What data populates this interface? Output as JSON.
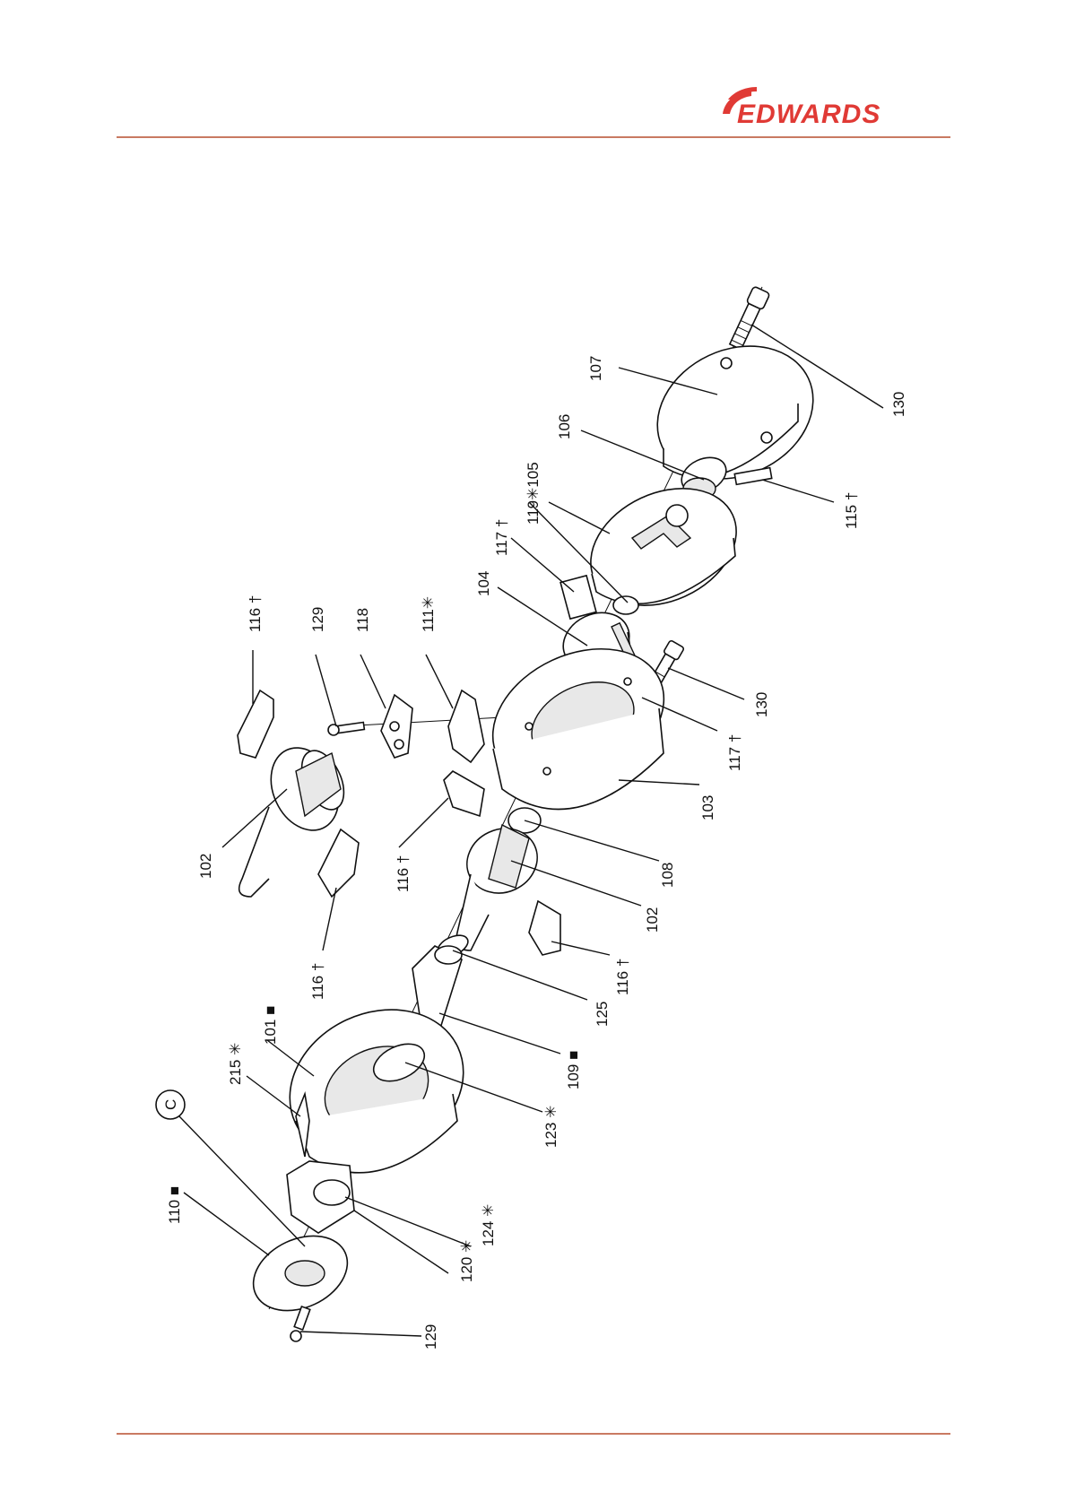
{
  "header": {
    "brand": "EDWARDS",
    "accent_color": "#e03a35",
    "rule_color": "#c97a62"
  },
  "drawing": {
    "labels": {
      "p130a": "130",
      "p107": "107",
      "p106": "106",
      "p115": "115 †",
      "p105": "119✳105",
      "p117a": "117 †",
      "p104": "104",
      "p130b": "130",
      "p117b": "117 †",
      "p116a": "116 †",
      "p129a": "129",
      "p118": "118",
      "p111": "111✳",
      "p103": "103",
      "p102a": "102",
      "p116b": "116 †",
      "p108": "108",
      "p102b": "102",
      "p116c": "116 †",
      "p116d": "116 †",
      "p125": "125",
      "p101": "101 ■",
      "p215": "215 ✳",
      "p109": "109 ■",
      "p123": "123 ✳",
      "pC": "C",
      "p110": "110 ■",
      "p124": "124 ✳",
      "p120": "120 ✳",
      "p129b": "129"
    }
  }
}
